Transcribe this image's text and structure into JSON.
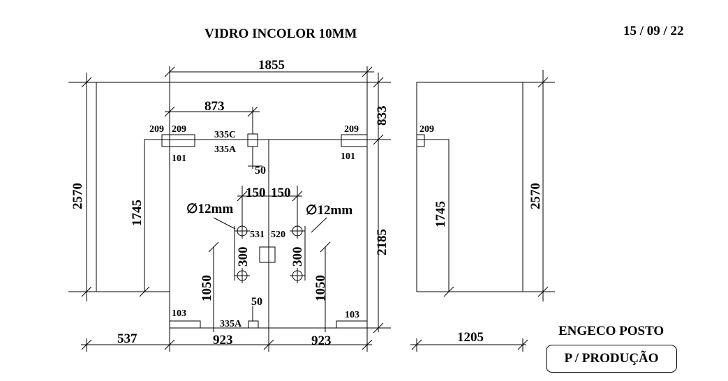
{
  "header": {
    "title": "VIDRO INCOLOR 10MM",
    "date": "15 / 09 / 22"
  },
  "footer": {
    "client": "ENGECO POSTO",
    "status": "P / PRODUÇÃO"
  },
  "dimensions": {
    "total_width": "1855",
    "total_height_left": "2570",
    "total_height_right": "2570",
    "top_offset": "833",
    "right_height": "2185",
    "left_inner_height": "1745",
    "side_inner_height": "1745",
    "center_offset": "873",
    "bottom_left": "537",
    "bottom_center_left": "923",
    "bottom_center_right": "923",
    "side_width": "1205",
    "hole_spacing_left": "150",
    "hole_spacing_right": "150",
    "hole_vertical_left": "300",
    "hole_vertical_right": "300",
    "hole_height_left": "1050",
    "hole_height_right": "1050",
    "notch_depth_top": "50",
    "notch_depth_bottom": "50",
    "hole_x_left": "531",
    "hole_x_right": "520"
  },
  "hardware": {
    "hinge_top_left_a": "209",
    "hinge_top_left_b": "209",
    "hinge_top_left_code": "101",
    "hinge_top_right": "209",
    "hinge_top_right_code": "101",
    "side_hinge": "209",
    "lock_top_upper": "335C",
    "lock_top_lower": "335A",
    "lock_bottom": "335A",
    "corner_bottom_left": "103",
    "corner_bottom_right": "103"
  },
  "holes": {
    "left_diameter": "∅12mm",
    "right_diameter": "∅12mm"
  }
}
